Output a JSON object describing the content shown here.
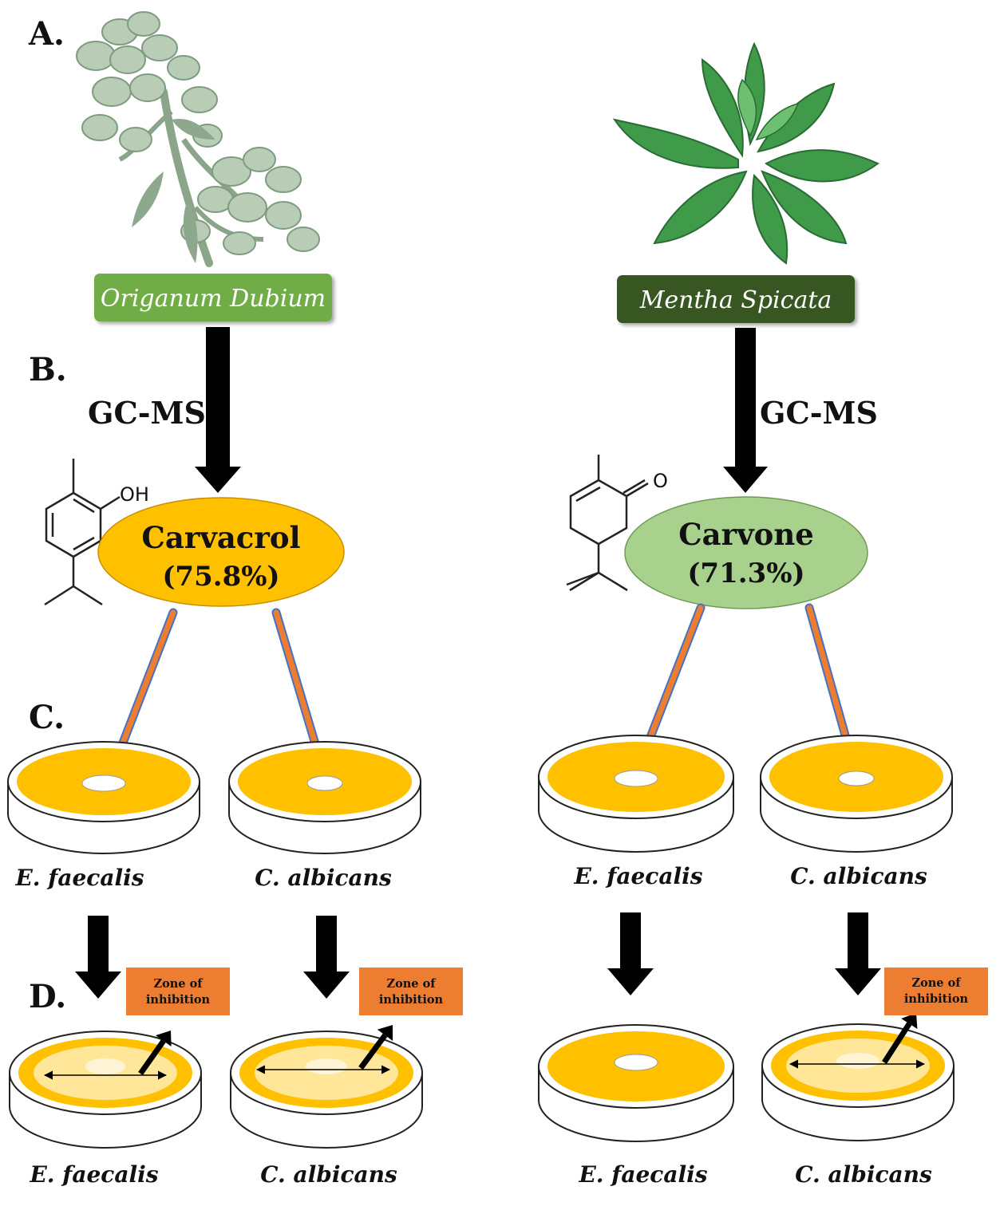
{
  "panels": {
    "a": "A.",
    "b": "B.",
    "c": "C.",
    "d": "D."
  },
  "left": {
    "species": "Origanum Dubium",
    "method": "GC-MS",
    "compound": "Carvacrol",
    "percent": "(75.8%)",
    "chem_label": "OH",
    "organisms": [
      "E. faecalis",
      "C. albicans"
    ],
    "result_organisms": [
      "E. faecalis",
      "C. albicans"
    ],
    "zone_label_line1": "Zone of",
    "zone_label_line2": "inhibition"
  },
  "right": {
    "species": "Mentha Spicata",
    "method": "GC-MS",
    "compound": "Carvone",
    "percent": "(71.3%)",
    "chem_label": "O",
    "organisms": [
      "E. faecalis",
      "C. albicans"
    ],
    "result_organisms": [
      "E. faecalis",
      "C. albicans"
    ],
    "zone_label_line1": "Zone of",
    "zone_label_line2": "inhibition"
  },
  "colors": {
    "origanum_box": "#70ad47",
    "mentha_box": "#375623",
    "carvacrol_ellipse": "#ffc000",
    "carvone_ellipse": "#a9d18e",
    "agar": "#ffc000",
    "zone": "#ffe699",
    "label_box": "#ed7d31",
    "arrow_orange": "#ed7d31"
  },
  "icons": [
    "origanum-plant-photo",
    "mentha-plant-photo",
    "carvacrol-structure",
    "carvone-structure"
  ]
}
